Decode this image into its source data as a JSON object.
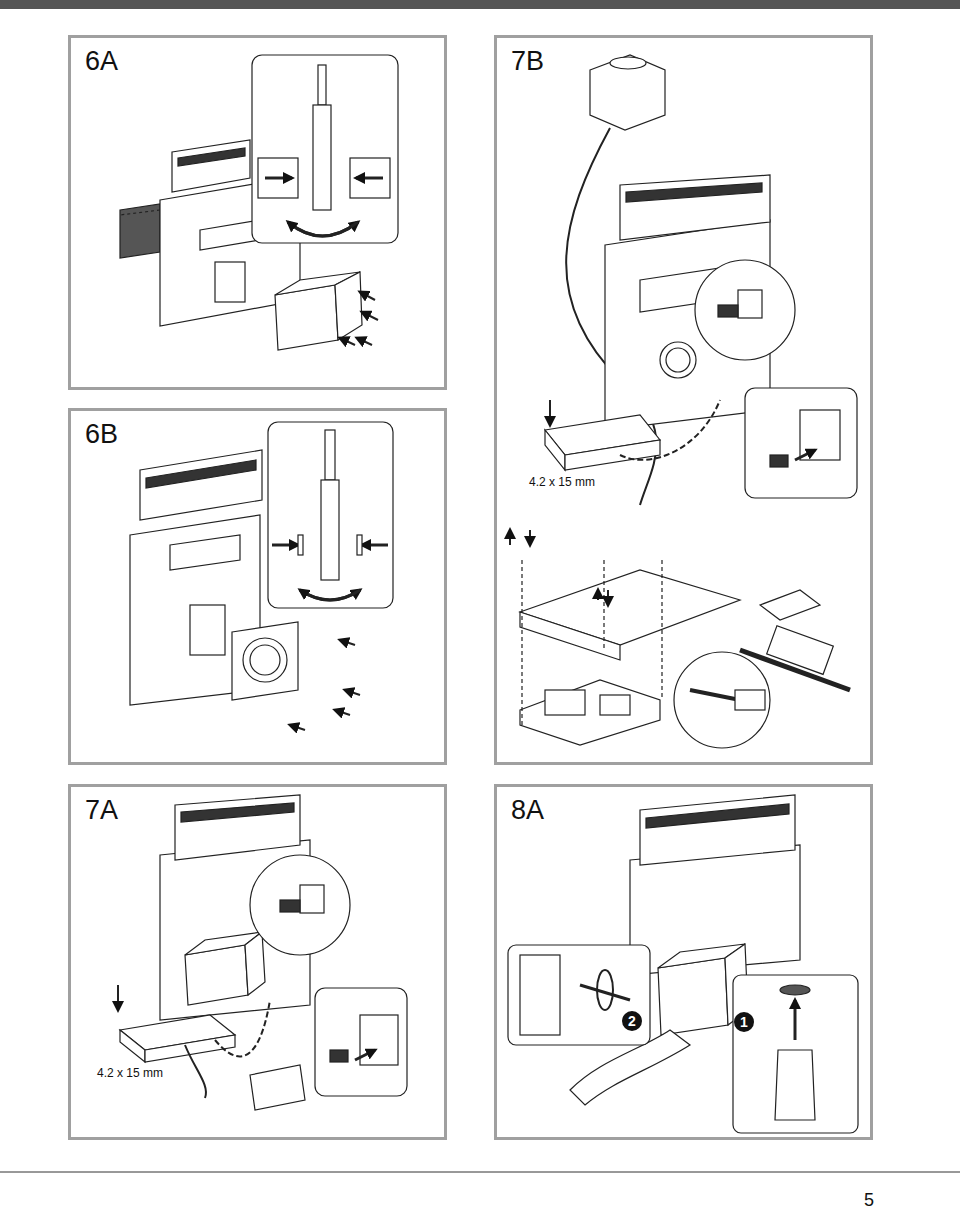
{
  "diagram": {
    "nodes": [
      {
        "text": [
          "6A"
        ]
      },
      {
        "text": [
          "7B"
        ]
      },
      {
        "text": [
          "6B"
        ]
      },
      {
        "text": [
          "7A"
        ]
      },
      {
        "text": [
          "8A"
        ]
      }
    ],
    "edges": [],
    "labels": [
      "4.2 x 15 mm",
      "4.2 x 15 mm",
      "1",
      "2",
      "5"
    ]
  }
}
